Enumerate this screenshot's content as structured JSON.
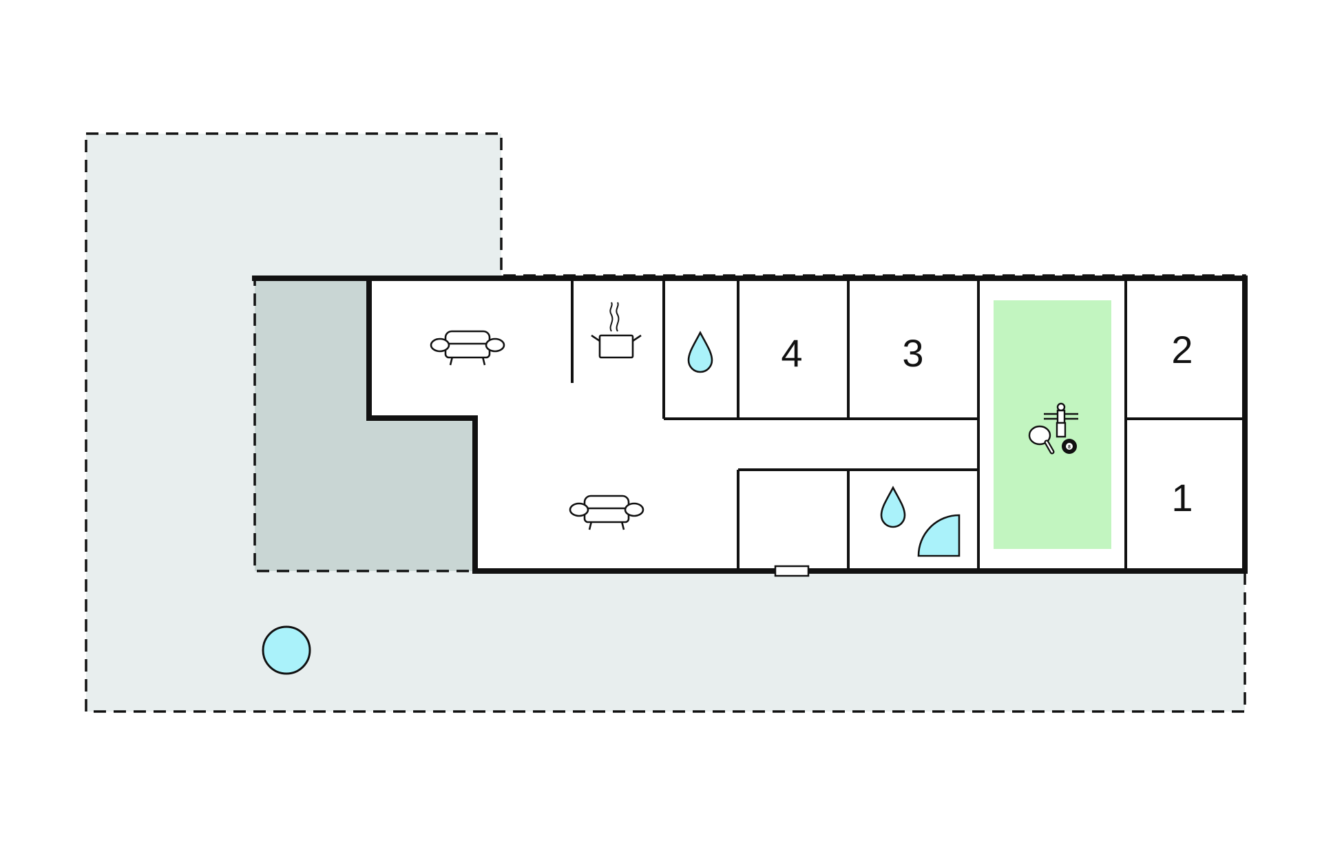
{
  "floorplan": {
    "rooms": [
      {
        "id": "bedroom-4",
        "label": "4"
      },
      {
        "id": "bedroom-3",
        "label": "3"
      },
      {
        "id": "bedroom-2",
        "label": "2"
      },
      {
        "id": "bedroom-1",
        "label": "1"
      }
    ],
    "icons": [
      "sofa-icon",
      "sofa-icon",
      "cooking-pot-icon",
      "water-drop-icon",
      "water-drop-icon",
      "shower-icon",
      "foosball-icon",
      "ping-pong-icon",
      "billiard-ball-icon",
      "pool-icon"
    ],
    "billiard_ball_number": "8",
    "colors": {
      "terrace": "#e8eeee",
      "covered_terrace": "#c9d6d4",
      "game_room": "#c2f5c0",
      "water": "#aaf2fa",
      "wall": "#111111"
    }
  }
}
